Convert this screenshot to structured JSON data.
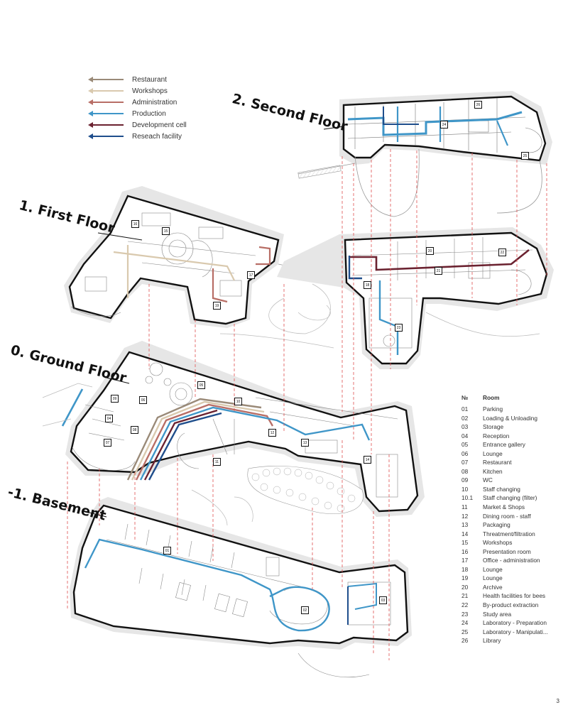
{
  "legend": [
    {
      "label": "Restaurant",
      "color": "#9a8a78"
    },
    {
      "label": "Workshops",
      "color": "#d9c9ae"
    },
    {
      "label": "Administration",
      "color": "#b86e66"
    },
    {
      "label": "Production",
      "color": "#3f96c8"
    },
    {
      "label": "Development cell",
      "color": "#6b2230"
    },
    {
      "label": "Reseach facility",
      "color": "#1f4e8c"
    }
  ],
  "floors": {
    "second": "2. Second Floor",
    "first": "1. First Floor",
    "ground": "0. Ground Floor",
    "basement": "-1. Basement"
  },
  "room_table": {
    "number_header": "№",
    "room_header": "Room",
    "rows": [
      {
        "num": "01",
        "name": "Parking"
      },
      {
        "num": "02",
        "name": "Loading & Unloading"
      },
      {
        "num": "03",
        "name": "Storage"
      },
      {
        "num": "04",
        "name": "Reception"
      },
      {
        "num": "05",
        "name": "Entrance gallery"
      },
      {
        "num": "06",
        "name": "Lounge"
      },
      {
        "num": "07",
        "name": "Restaurant"
      },
      {
        "num": "08",
        "name": "Kitchen"
      },
      {
        "num": "09",
        "name": "WC"
      },
      {
        "num": "10",
        "name": "Staff changing"
      },
      {
        "num": "10.1",
        "name": "Staff changing (filter)"
      },
      {
        "num": "11",
        "name": "Market & Shops"
      },
      {
        "num": "12",
        "name": "Dining room - staff"
      },
      {
        "num": "13",
        "name": "Packaging"
      },
      {
        "num": "14",
        "name": "Threatment/filtration"
      },
      {
        "num": "15",
        "name": "Workshops"
      },
      {
        "num": "16",
        "name": "Presentation room"
      },
      {
        "num": "17",
        "name": "Office - administration"
      },
      {
        "num": "18",
        "name": "Lounge"
      },
      {
        "num": "19",
        "name": "Lounge"
      },
      {
        "num": "20",
        "name": "Archive"
      },
      {
        "num": "21",
        "name": "Health facilities for bees"
      },
      {
        "num": "22",
        "name": "By-product extraction"
      },
      {
        "num": "23",
        "name": "Study area"
      },
      {
        "num": "24",
        "name": "Laboratory - Preparation"
      },
      {
        "num": "25",
        "name": "Laboratory - Manipulati..."
      },
      {
        "num": "26",
        "name": "Library"
      }
    ]
  },
  "room_tags": [
    "01",
    "02",
    "03",
    "04",
    "05",
    "06",
    "07",
    "08",
    "09",
    "10",
    "11",
    "12",
    "13",
    "14",
    "15",
    "16",
    "17",
    "18",
    "19",
    "20",
    "21",
    "22",
    "23",
    "24",
    "25",
    "26"
  ],
  "page_number": "3"
}
